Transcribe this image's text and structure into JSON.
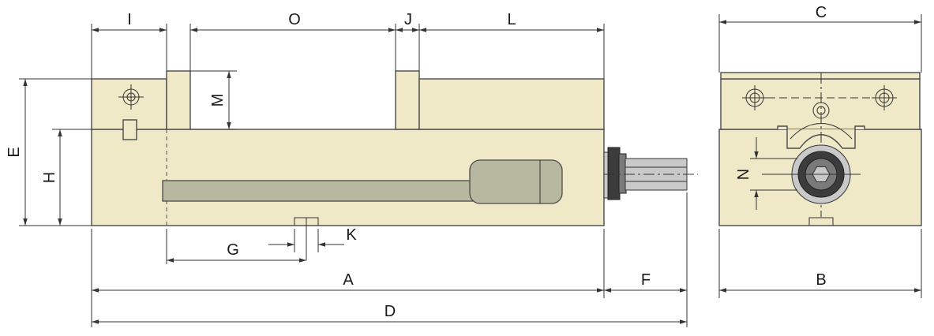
{
  "labels": {
    "I": "I",
    "O": "O",
    "J": "J",
    "L": "L",
    "C": "C",
    "M": "M",
    "E": "E",
    "H": "H",
    "N": "N",
    "G": "G",
    "K": "K",
    "A": "A",
    "F": "F",
    "B": "B",
    "D": "D"
  },
  "colors": {
    "body_fill": "#efe9c7",
    "handle_fill": "#b8b8a0",
    "outline": "#4a4a4a"
  }
}
